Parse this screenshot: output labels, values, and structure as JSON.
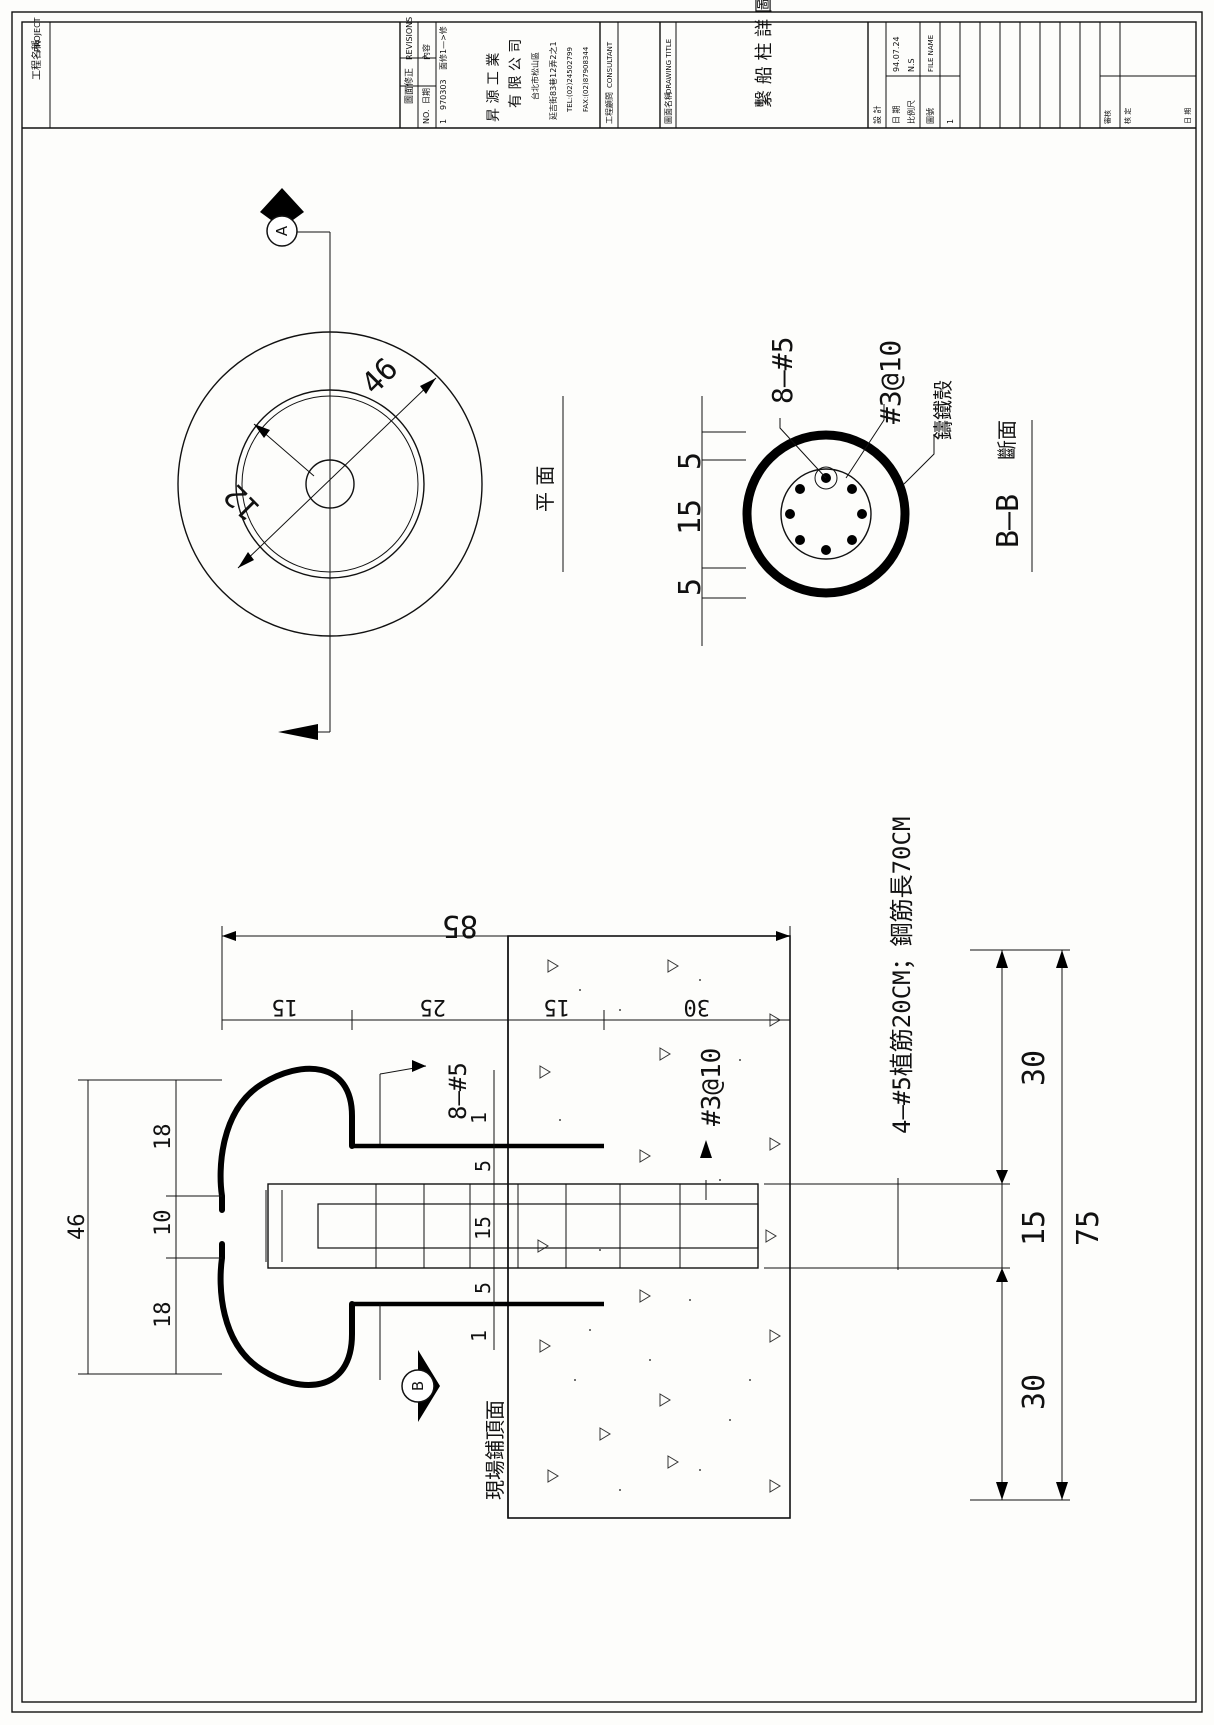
{
  "title_block": {
    "project_zh": "工程名稱",
    "project_en": "PROJECT",
    "revisions_zh": "圖面修正",
    "revisions_en": "REVISIONS",
    "rev_no_header": "NO.",
    "rev_date_header": "日期",
    "rev_content_header": "內容",
    "rev_no": "1",
    "rev_date": "970303",
    "rev_content": "面修1—>修",
    "company_line1": "昇 源 工 業",
    "company_line2": "有 限 公 司",
    "company_line3": "台北市松山區",
    "company_address": "延吉街83巷12弄2之1",
    "company_tel": "TEL:(02)24502799",
    "company_fax": "FAX:(02)87908344",
    "consultant_zh": "工程顧問",
    "consultant_en": "CONSULTANT",
    "drawing_title_zh": "圖面名稱",
    "drawing_title_en": "DRAWING TITLE",
    "drawing_title": "繫 船 柱 詳 圖",
    "design_label": "設 計",
    "date_label": "日 期",
    "date_value": "94.07.24",
    "scale_label": "比例尺",
    "scale_value": "N.S",
    "file_label": "圖號",
    "file_name_en": "FILE NAME",
    "file_value": "1",
    "sign1": "審核",
    "sign2": "核 定",
    "sign3": "日 期"
  },
  "plan_view": {
    "section_marker": "A",
    "dim_outer": "46",
    "dim_inner": "12",
    "label": "平 面"
  },
  "section_bb": {
    "rebar_label": "8—#5",
    "stirrup_label": "#3@10",
    "shell_label": "鑄鐵殼",
    "dims": [
      "5",
      "15",
      "5"
    ],
    "label_code": "B—B",
    "label_text": "斷面"
  },
  "elevation": {
    "top_dims": [
      "15",
      "25",
      "15",
      "30"
    ],
    "total_height": "85",
    "left_dims": [
      "18",
      "10",
      "18"
    ],
    "left_total": "46",
    "side_dims": [
      "1",
      "5",
      "15",
      "5",
      "1"
    ],
    "bottom_dims": [
      "30",
      "15",
      "30"
    ],
    "bottom_total": "75",
    "rebar_label": "8—#5",
    "stirrup_label": "#3@10",
    "anchor_note": "4—#5植筋20CM；鋼筋長70CM",
    "section_marker": "B",
    "ground_label": "現場鋪頂面"
  }
}
